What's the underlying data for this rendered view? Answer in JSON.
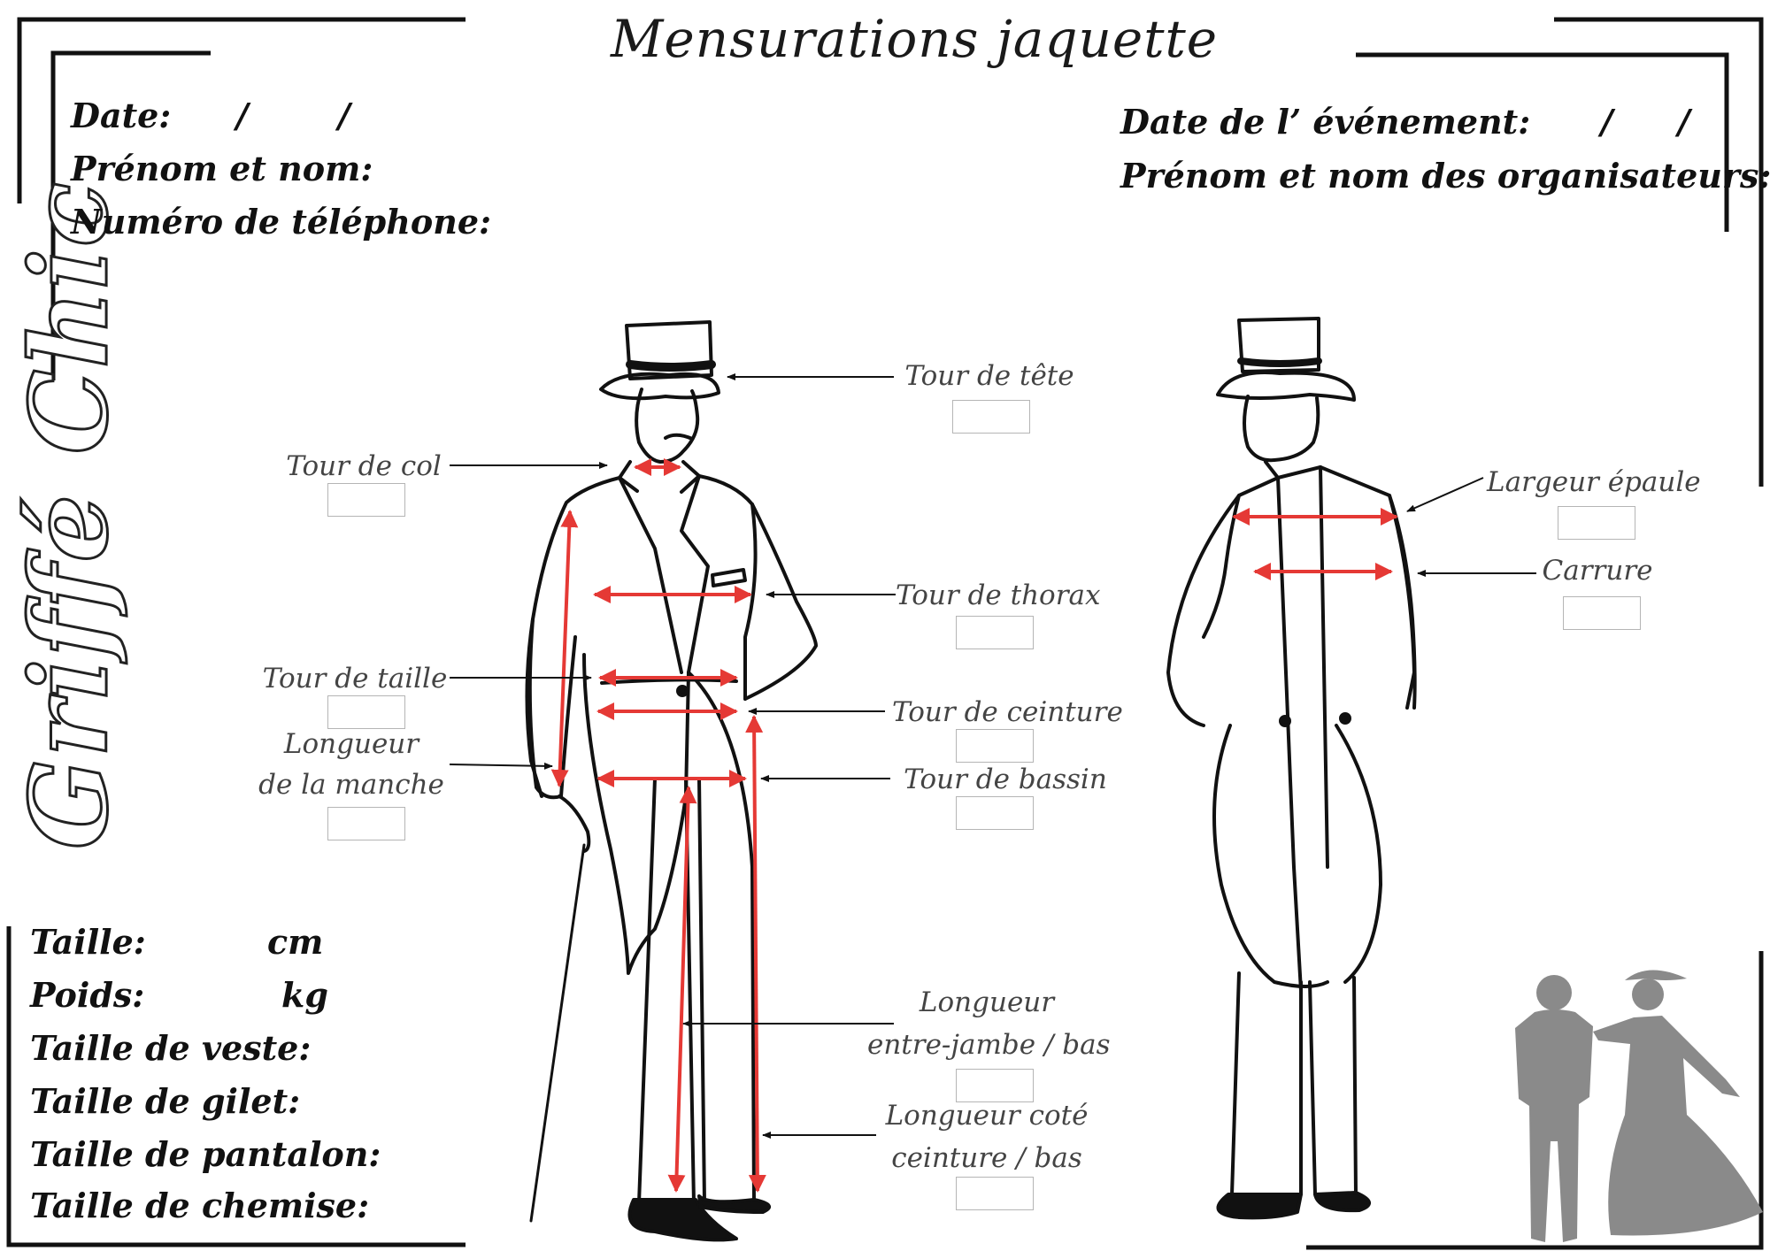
{
  "title": "Mensurations jaquette",
  "brand": "Griffé Chic",
  "header_left": {
    "date": "Date:",
    "date_slash_1": "/",
    "date_slash_2": "/",
    "name": "Prénom et nom:",
    "phone": "Numéro de téléphone:"
  },
  "header_right": {
    "event_date": "Date de l’ événement:",
    "event_slash_1": "/",
    "event_slash_2": "/",
    "organizers": "Prénom et nom des organisateurs:"
  },
  "measurements": {
    "head": "Tour de tête",
    "collar": "Tour de col",
    "chest": "Tour de thorax",
    "waist": "Tour de taille",
    "belt": "Tour de ceinture",
    "sleeve_1": "Longueur",
    "sleeve_2": "de la manche",
    "hips": "Tour de bassin",
    "inseam_1": "Longueur",
    "inseam_2": "entre-jambe / bas",
    "outseam_1": "Longueur coté",
    "outseam_2": "ceinture / bas",
    "shoulder_width": "Largeur épaule",
    "back_width": "Carrure"
  },
  "body_info": {
    "height": "Taille:",
    "height_unit": "cm",
    "weight": "Poids:",
    "weight_unit": "kg",
    "jacket_size": "Taille de veste:",
    "vest_size": "Taille de gilet:",
    "trouser_size": "Taille de pantalon:",
    "shirt_size": "Taille de chemise:"
  },
  "colors": {
    "measure_arrow": "#e53935",
    "pointer": "#111111",
    "silhouette": "#8a8a8a"
  }
}
